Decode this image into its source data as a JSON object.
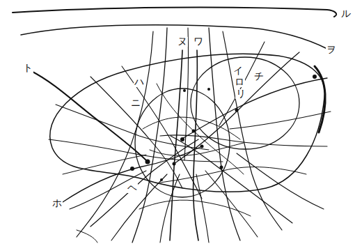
{
  "diagram": {
    "labels": [
      "イ",
      "ロ",
      "ハ",
      "ニ",
      "ホ",
      "ヘ",
      "ト",
      "チ",
      "リ",
      "ヌ",
      "ル",
      "ヲ",
      "ワ"
    ]
  }
}
